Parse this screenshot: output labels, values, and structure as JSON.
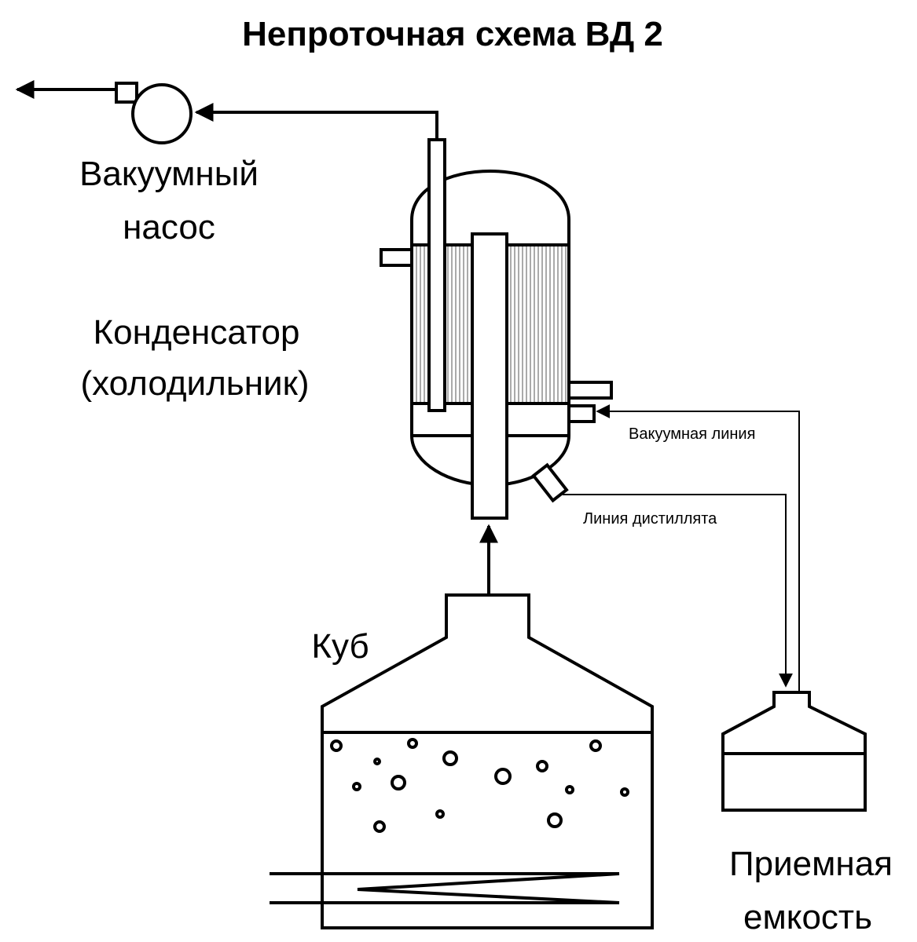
{
  "title": "Непроточная схема ВД 2",
  "labels": {
    "pump_line1": "Вакуумный",
    "pump_line2": "насос",
    "condenser_line1": "Конденсатор",
    "condenser_line2": "(холодильник)",
    "vacuum_line": "Вакуумная линия",
    "distillate_line": "Линия дистиллята",
    "cube": "Куб",
    "receiver_line1": "Приемная",
    "receiver_line2": "емкость"
  }
}
